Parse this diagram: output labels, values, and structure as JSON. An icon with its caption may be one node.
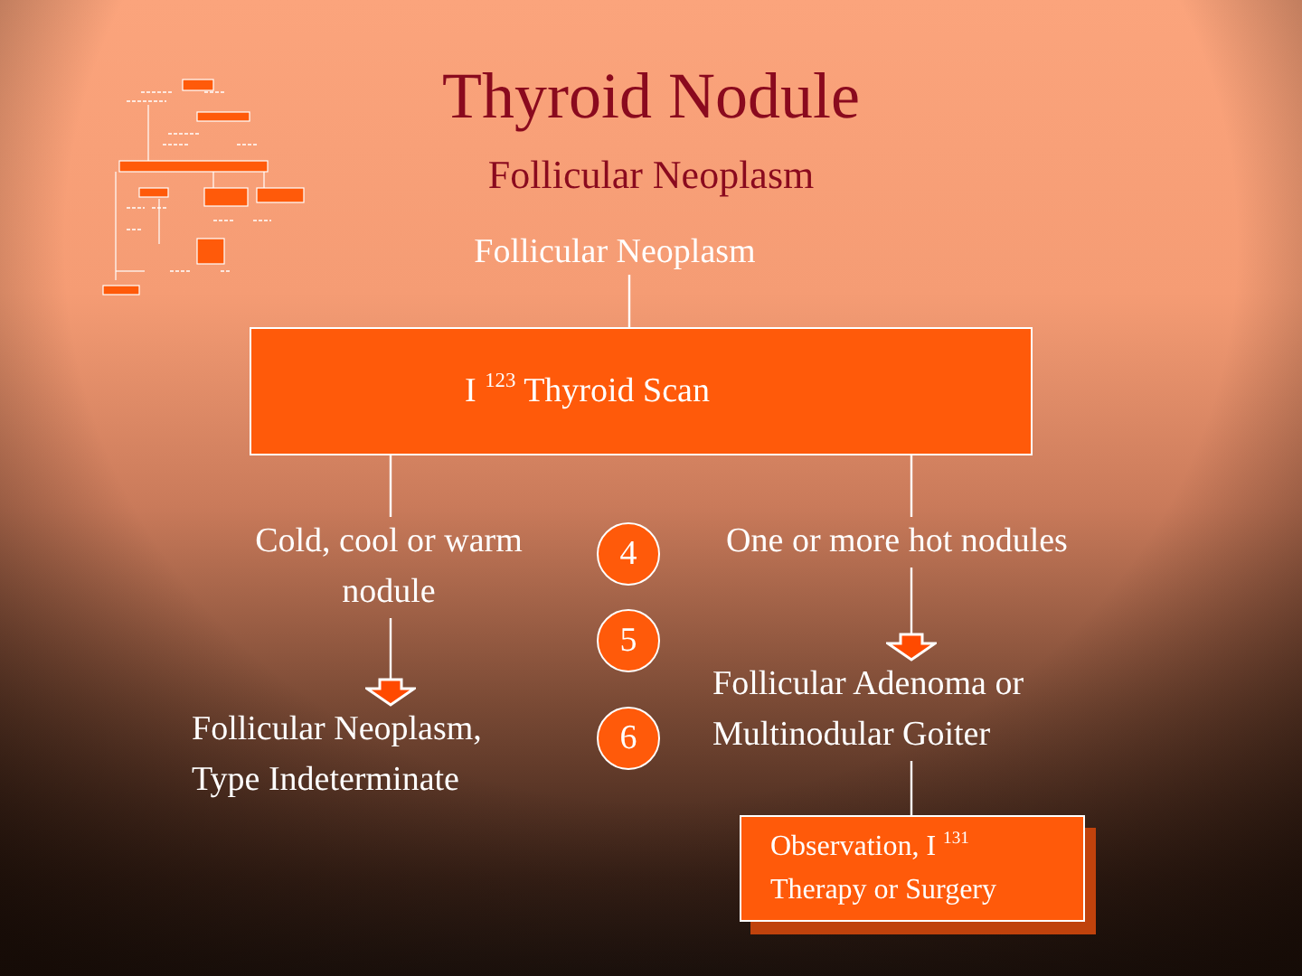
{
  "diagram": {
    "title": "Thyroid Nodule",
    "nodes": [
      {
        "text": [
          "Follicular Neoplasm"
        ]
      },
      {
        "text": [
          "I $^{123}$ Thyroid Scan"
        ]
      },
      {
        "text": [
          "Cold, cool or warm nodule"
        ]
      },
      {
        "text": [
          "One or more hot nodules"
        ]
      },
      {
        "text": [
          "Follicular Neoplasm, Type Indeterminate"
        ]
      },
      {
        "text": [
          "Follicular Adenoma or Multinodular Goiter"
        ]
      },
      {
        "text": [
          "Observation, I $^{131}$ Therapy or Surgery"
        ]
      },
      {
        "text": [
          "4"
        ]
      },
      {
        "text": [
          "5"
        ]
      },
      {
        "text": [
          "6"
        ]
      }
    ],
    "edges": [
      {
        "from": 0,
        "to": 1,
        "arrow": "none"
      },
      {
        "from": 1,
        "to": 2,
        "arrow": "none"
      },
      {
        "from": 1,
        "to": 3,
        "arrow": "none"
      },
      {
        "from": 2,
        "to": 4,
        "arrow": "to"
      },
      {
        "from": 3,
        "to": 5,
        "arrow": "to"
      },
      {
        "from": 5,
        "to": 6,
        "arrow": "none"
      }
    ],
    "labels": [
      "Follicular Neoplasm"
    ]
  }
}
